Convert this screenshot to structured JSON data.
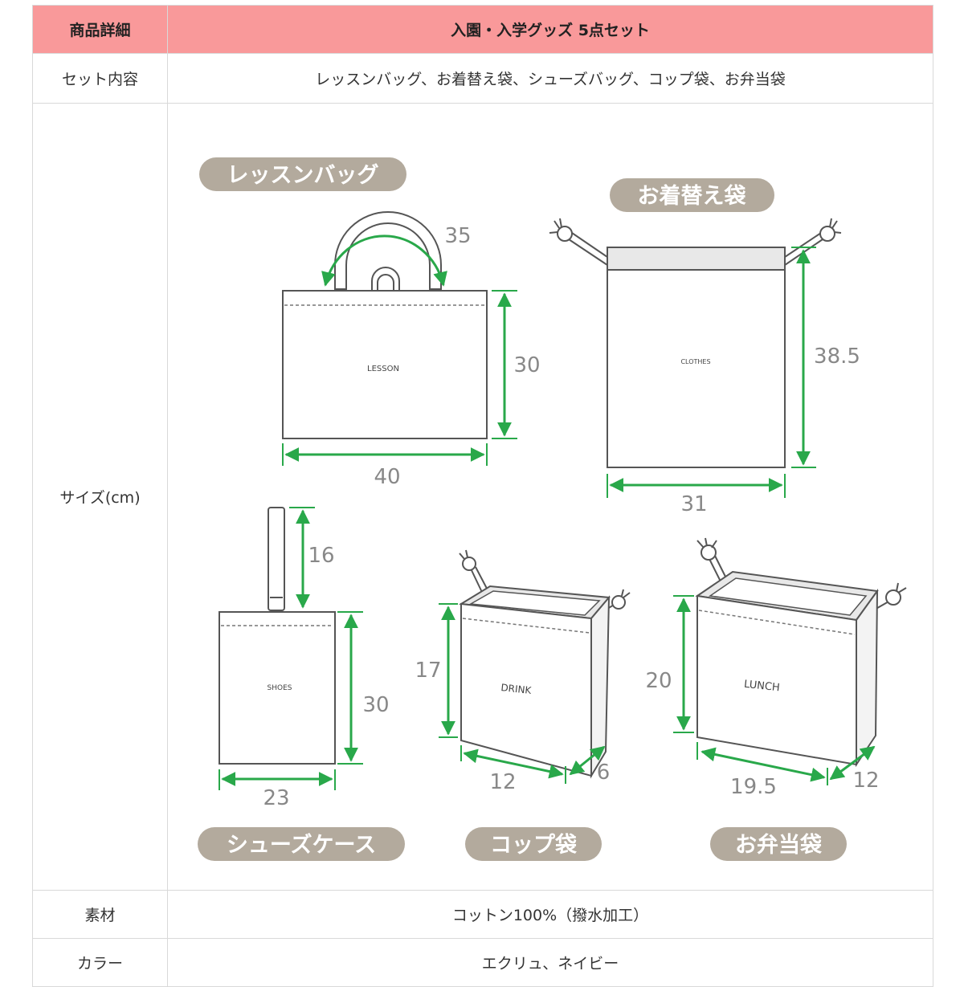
{
  "table": {
    "header_label": "商品詳細",
    "header_value": "入園・入学グッズ 5点セット",
    "set_label": "セット内容",
    "set_value": "レッスンバッグ、お着替え袋、シューズバッグ、コップ袋、お弁当袋",
    "size_label": "サイズ(cm)",
    "material_label": "素材",
    "material_value": "コットン100%（撥水加工）",
    "color_label": "カラー",
    "color_value": "エクリュ、ネイビー"
  },
  "diagram": {
    "lesson": {
      "title": "レッスンバッグ",
      "tag": "LESSON",
      "handle": "35",
      "height": "30",
      "width": "40"
    },
    "clothes": {
      "title": "お着替え袋",
      "tag": "CLOTHES",
      "height": "38.5",
      "width": "31"
    },
    "shoes": {
      "title": "シューズケース",
      "tag": "SHOES",
      "handle": "16",
      "height": "30",
      "width": "23"
    },
    "cup": {
      "title": "コップ袋",
      "tag": "DRINK",
      "height": "17",
      "width": "12",
      "depth": "6"
    },
    "lunch": {
      "title": "お弁当袋",
      "tag": "LUNCH",
      "height": "20",
      "width": "19.5",
      "depth": "12"
    }
  },
  "colors": {
    "header_bg": "#f9999a",
    "arrow": "#29a84a",
    "label_pill": "#b3aa9d",
    "outline": "#555555"
  }
}
